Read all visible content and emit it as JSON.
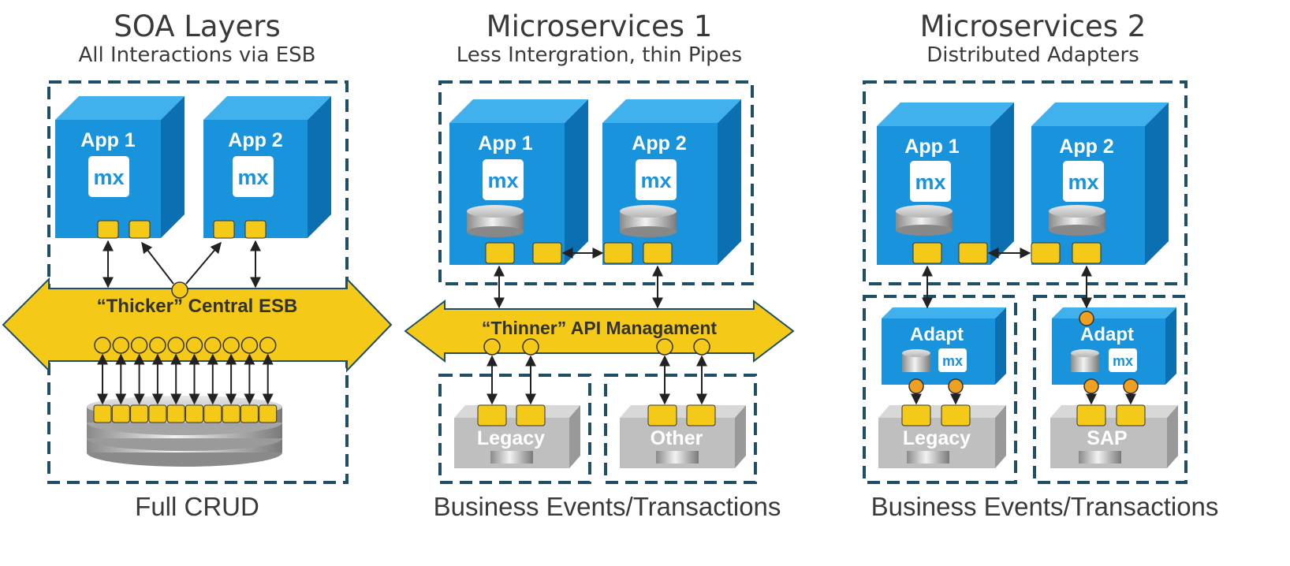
{
  "panels": [
    {
      "title": "SOA Layers",
      "subtitle": "All Interactions via ESB",
      "footer": "Full CRUD",
      "bus_label": "“Thicker” Central ESB",
      "apps": [
        "App 1",
        "App 2"
      ],
      "app_logo": "mx"
    },
    {
      "title": "Microservices 1",
      "subtitle": "Less Intergration, thin Pipes",
      "footer": "Business Events/Transactions",
      "bus_label": "“Thinner” API Managament",
      "apps": [
        "App 1",
        "App 2"
      ],
      "app_logo": "mx",
      "backends": [
        "Legacy",
        "Other"
      ]
    },
    {
      "title": "Microservices 2",
      "subtitle": "Distributed Adapters",
      "footer": "Business Events/Transactions",
      "apps": [
        "App 1",
        "App 2"
      ],
      "app_logo": "mx",
      "adapters": [
        "Adapt",
        "Adapt"
      ],
      "backends": [
        "Legacy",
        "SAP"
      ]
    }
  ],
  "colors": {
    "app_front": "#1a93dd",
    "app_top": "#41b1ee",
    "app_side": "#0b6fb2",
    "bus": "#f5c918",
    "port": "#f5c918",
    "connector_orange": "#f0a020",
    "dashed_border": "#1f4e67",
    "backend_gray": "#bfbfbf",
    "text": "#3a3a3a"
  }
}
